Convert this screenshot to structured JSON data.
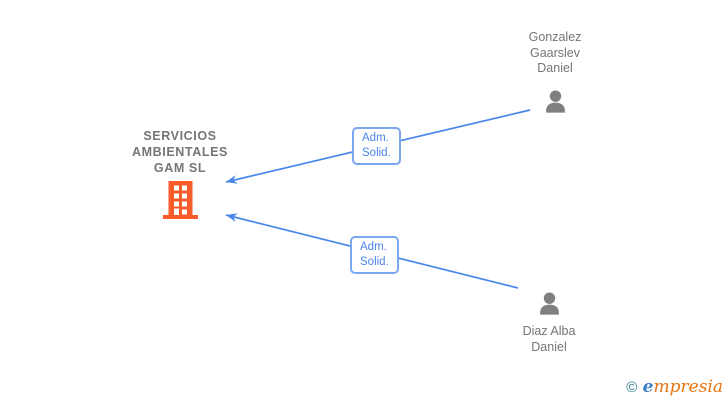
{
  "diagram": {
    "company": {
      "name": "SERVICIOS\nAMBIENTALES\nGAM SL"
    },
    "persons": [
      {
        "name": "Gonzalez\nGaarslev\nDaniel"
      },
      {
        "name": "Diaz Alba\nDaniel"
      }
    ],
    "edges": [
      {
        "label": "Adm.\nSolid."
      },
      {
        "label": "Adm.\nSolid."
      }
    ]
  },
  "watermark": {
    "copyright_symbol": "©",
    "brand_initial": "e",
    "brand_rest": "mpresia"
  },
  "colors": {
    "edge_blue": "#4A86E8",
    "edge_label_border": "#7BA7F0",
    "building_orange": "#F95B2B",
    "person_gray": "#7F7F7F",
    "text_gray": "#757575",
    "watermark_teal": "#2E7D8F",
    "watermark_blue": "#3B7FC4",
    "watermark_orange": "#E8740E"
  }
}
